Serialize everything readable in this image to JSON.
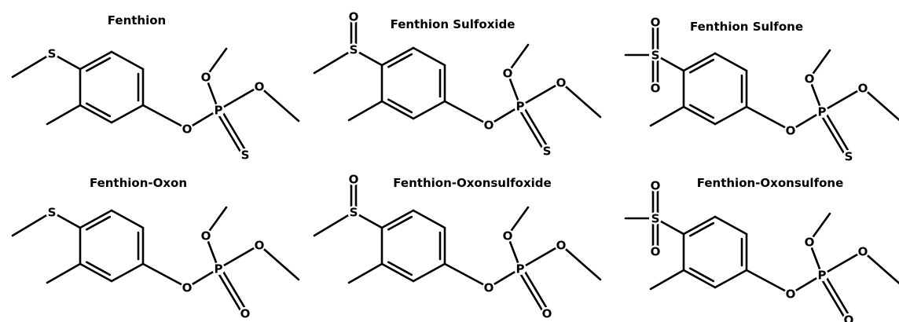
{
  "figure": {
    "molecules": [
      {
        "name": "Fenthion",
        "sulfur_oxidation": 0,
        "phosphorus_double_bond": "S"
      },
      {
        "name": "Fenthion Sulfoxide",
        "sulfur_oxidation": 1,
        "phosphorus_double_bond": "S"
      },
      {
        "name": "Fenthion Sulfone",
        "sulfur_oxidation": 2,
        "phosphorus_double_bond": "S"
      },
      {
        "name": "Fenthion-Oxon",
        "sulfur_oxidation": 0,
        "phosphorus_double_bond": "O"
      },
      {
        "name": "Fenthion-Oxonsulfoxide",
        "sulfur_oxidation": 1,
        "phosphorus_double_bond": "O"
      },
      {
        "name": "Fenthion-Oxonsulfone",
        "sulfur_oxidation": 2,
        "phosphorus_double_bond": "O"
      }
    ],
    "atom_labels": {
      "sulfur": "S",
      "oxygen": "O",
      "phosphorus": "P"
    },
    "colors": {
      "ink": "#000000",
      "background": "#ffffff"
    }
  }
}
